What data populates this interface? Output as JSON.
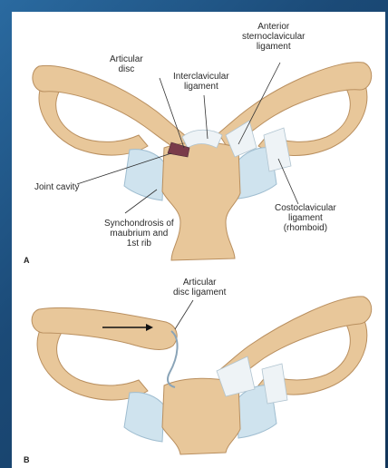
{
  "colors": {
    "bone": "#e8c79a",
    "bone_shade": "#caa173",
    "bone_outline": "#b98f5f",
    "cartilage": "#cfe3ee",
    "ligament": "#eef3f6",
    "background": "#1d4f7c"
  },
  "panel_a": {
    "letter": "A",
    "labels": {
      "articular_disc": "Articular\ndisc",
      "interclavicular": "Interclavicular\nligament",
      "anterior_sc": "Anterior\nsternoclavicular\nligament",
      "joint_cavity": "Joint cavity",
      "synchondrosis": "Synchondrosis of\nmaubrium and\n1st rib",
      "costoclavicular": "Costoclavicular\nligament\n(rhomboid)"
    }
  },
  "panel_b": {
    "letter": "B",
    "labels": {
      "articular_disc_ligament": "Articular\ndisc ligament"
    }
  }
}
